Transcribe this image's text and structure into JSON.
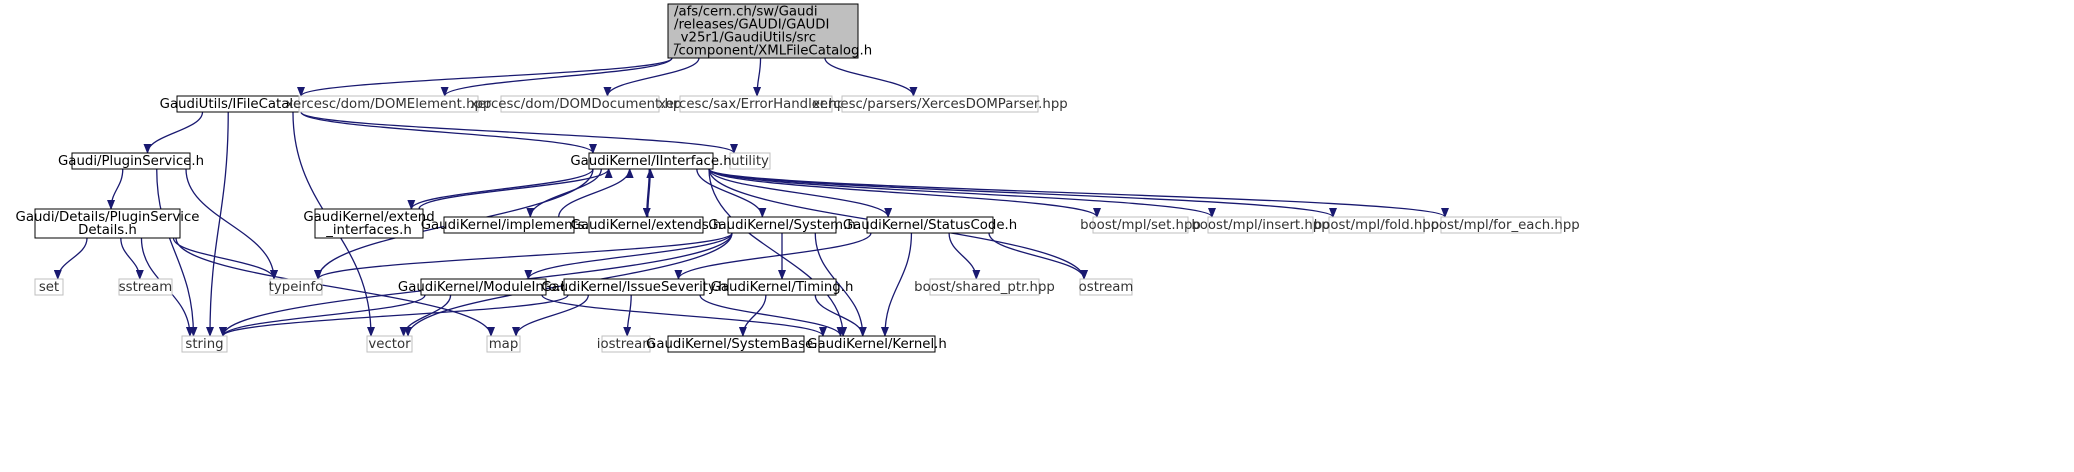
{
  "diagram": {
    "nodes": [
      {
        "id": "root",
        "lines": [
          "/afs/cern.ch/sw/Gaudi",
          "/releases/GAUDI/GAUDI",
          "_v25r1/GaudiUtils/src",
          "/component/XMLFileCatalog.h"
        ],
        "kind": "root"
      },
      {
        "id": "ifilecatalog",
        "lines": [
          "GaudiUtils/IFileCatalog.h"
        ],
        "kind": "internal"
      },
      {
        "id": "domelement",
        "lines": [
          "xercesc/dom/DOMElement.hpp"
        ],
        "kind": "external"
      },
      {
        "id": "domdocument",
        "lines": [
          "xercesc/dom/DOMDocument.hpp"
        ],
        "kind": "external"
      },
      {
        "id": "errorhandler",
        "lines": [
          "xercesc/sax/ErrorHandler.hpp"
        ],
        "kind": "external"
      },
      {
        "id": "xercesdomparser",
        "lines": [
          "xercesc/parsers/XercesDOMParser.hpp"
        ],
        "kind": "external"
      },
      {
        "id": "pluginservice",
        "lines": [
          "Gaudi/PluginService.h"
        ],
        "kind": "internal"
      },
      {
        "id": "utility",
        "lines": [
          "utility"
        ],
        "kind": "external"
      },
      {
        "id": "iinterface",
        "lines": [
          "GaudiKernel/IInterface.h"
        ],
        "kind": "internal"
      },
      {
        "id": "pluginservicedetails",
        "lines": [
          "Gaudi/Details/PluginService",
          "Details.h"
        ],
        "kind": "internal"
      },
      {
        "id": "extend_interfaces",
        "lines": [
          "GaudiKernel/extend",
          "_interfaces.h"
        ],
        "kind": "internal"
      },
      {
        "id": "implements",
        "lines": [
          "GaudiKernel/implements.h"
        ],
        "kind": "internal"
      },
      {
        "id": "extends",
        "lines": [
          "GaudiKernel/extends.h"
        ],
        "kind": "internal"
      },
      {
        "id": "system",
        "lines": [
          "GaudiKernel/System.h"
        ],
        "kind": "internal"
      },
      {
        "id": "statuscode",
        "lines": [
          "GaudiKernel/StatusCode.h"
        ],
        "kind": "internal"
      },
      {
        "id": "mplset",
        "lines": [
          "boost/mpl/set.hpp"
        ],
        "kind": "external"
      },
      {
        "id": "mplinsert",
        "lines": [
          "boost/mpl/insert.hpp"
        ],
        "kind": "external"
      },
      {
        "id": "mplfold",
        "lines": [
          "boost/mpl/fold.hpp"
        ],
        "kind": "external"
      },
      {
        "id": "mplforeach",
        "lines": [
          "boost/mpl/for_each.hpp"
        ],
        "kind": "external"
      },
      {
        "id": "set",
        "lines": [
          "set"
        ],
        "kind": "external"
      },
      {
        "id": "sstream",
        "lines": [
          "sstream"
        ],
        "kind": "external"
      },
      {
        "id": "typeinfo",
        "lines": [
          "typeinfo"
        ],
        "kind": "external"
      },
      {
        "id": "moduleinfo",
        "lines": [
          "GaudiKernel/ModuleInfo.h"
        ],
        "kind": "internal"
      },
      {
        "id": "issueseverity",
        "lines": [
          "GaudiKernel/IssueSeverity.h"
        ],
        "kind": "internal"
      },
      {
        "id": "timing",
        "lines": [
          "GaudiKernel/Timing.h"
        ],
        "kind": "internal"
      },
      {
        "id": "sharedptr",
        "lines": [
          "boost/shared_ptr.hpp"
        ],
        "kind": "external"
      },
      {
        "id": "ostream",
        "lines": [
          "ostream"
        ],
        "kind": "external"
      },
      {
        "id": "string",
        "lines": [
          "string"
        ],
        "kind": "external"
      },
      {
        "id": "vector",
        "lines": [
          "vector"
        ],
        "kind": "external"
      },
      {
        "id": "map",
        "lines": [
          "map"
        ],
        "kind": "external"
      },
      {
        "id": "iostream",
        "lines": [
          "iostream"
        ],
        "kind": "external"
      },
      {
        "id": "systembase",
        "lines": [
          "GaudiKernel/SystemBase.h"
        ],
        "kind": "internal"
      },
      {
        "id": "kernel",
        "lines": [
          "GaudiKernel/Kernel.h"
        ],
        "kind": "internal"
      }
    ],
    "edges": [
      {
        "from": "root",
        "to": "ifilecatalog"
      },
      {
        "from": "root",
        "to": "domelement"
      },
      {
        "from": "root",
        "to": "domdocument"
      },
      {
        "from": "root",
        "to": "errorhandler"
      },
      {
        "from": "root",
        "to": "xercesdomparser"
      },
      {
        "from": "ifilecatalog",
        "to": "pluginservice"
      },
      {
        "from": "ifilecatalog",
        "to": "utility"
      },
      {
        "from": "ifilecatalog",
        "to": "iinterface"
      },
      {
        "from": "ifilecatalog",
        "to": "string"
      },
      {
        "from": "ifilecatalog",
        "to": "vector"
      },
      {
        "from": "pluginservice",
        "to": "pluginservicedetails"
      },
      {
        "from": "pluginservice",
        "to": "string"
      },
      {
        "from": "pluginservice",
        "to": "typeinfo"
      },
      {
        "from": "pluginservicedetails",
        "to": "typeinfo"
      },
      {
        "from": "pluginservicedetails",
        "to": "set"
      },
      {
        "from": "pluginservicedetails",
        "to": "sstream"
      },
      {
        "from": "pluginservicedetails",
        "to": "string"
      },
      {
        "from": "pluginservicedetails",
        "to": "map"
      },
      {
        "from": "iinterface",
        "to": "extend_interfaces"
      },
      {
        "from": "iinterface",
        "to": "implements"
      },
      {
        "from": "iinterface",
        "to": "extends"
      },
      {
        "from": "iinterface",
        "to": "system"
      },
      {
        "from": "iinterface",
        "to": "statuscode"
      },
      {
        "from": "iinterface",
        "to": "mplset"
      },
      {
        "from": "iinterface",
        "to": "mplinsert"
      },
      {
        "from": "iinterface",
        "to": "mplfold"
      },
      {
        "from": "iinterface",
        "to": "mplforeach"
      },
      {
        "from": "iinterface",
        "to": "typeinfo"
      },
      {
        "from": "iinterface",
        "to": "ostream"
      },
      {
        "from": "iinterface",
        "to": "kernel"
      },
      {
        "from": "extend_interfaces",
        "to": "iinterface"
      },
      {
        "from": "implements",
        "to": "iinterface"
      },
      {
        "from": "extends",
        "to": "iinterface"
      },
      {
        "from": "system",
        "to": "typeinfo"
      },
      {
        "from": "system",
        "to": "moduleinfo"
      },
      {
        "from": "system",
        "to": "timing"
      },
      {
        "from": "system",
        "to": "kernel"
      },
      {
        "from": "system",
        "to": "string"
      },
      {
        "from": "system",
        "to": "vector"
      },
      {
        "from": "statuscode",
        "to": "issueseverity"
      },
      {
        "from": "statuscode",
        "to": "sharedptr"
      },
      {
        "from": "statuscode",
        "to": "ostream"
      },
      {
        "from": "statuscode",
        "to": "kernel"
      },
      {
        "from": "moduleinfo",
        "to": "kernel"
      },
      {
        "from": "moduleinfo",
        "to": "string"
      },
      {
        "from": "moduleinfo",
        "to": "vector"
      },
      {
        "from": "issueseverity",
        "to": "kernel"
      },
      {
        "from": "issueseverity",
        "to": "string"
      },
      {
        "from": "issueseverity",
        "to": "map"
      },
      {
        "from": "issueseverity",
        "to": "iostream"
      },
      {
        "from": "timing",
        "to": "systembase"
      },
      {
        "from": "timing",
        "to": "kernel"
      }
    ]
  }
}
